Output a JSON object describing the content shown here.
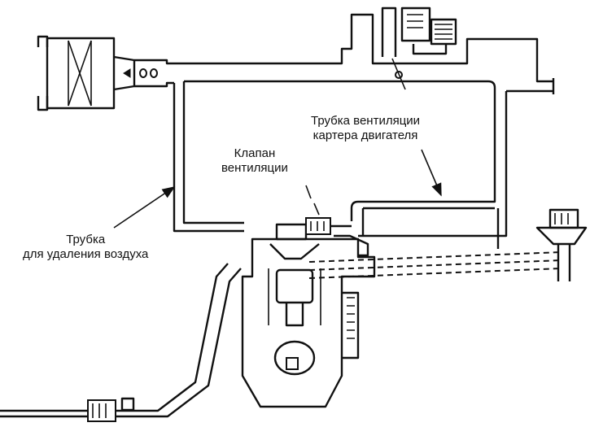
{
  "labels": {
    "crankcase_tube": {
      "line1": "Трубка вентиляции",
      "line2": "картера двигателя"
    },
    "valve": {
      "line1": "Клапан",
      "line2": "вентиляции"
    },
    "air_removal_tube": {
      "line1": "Трубка",
      "line2": "для удаления воздуха"
    }
  }
}
